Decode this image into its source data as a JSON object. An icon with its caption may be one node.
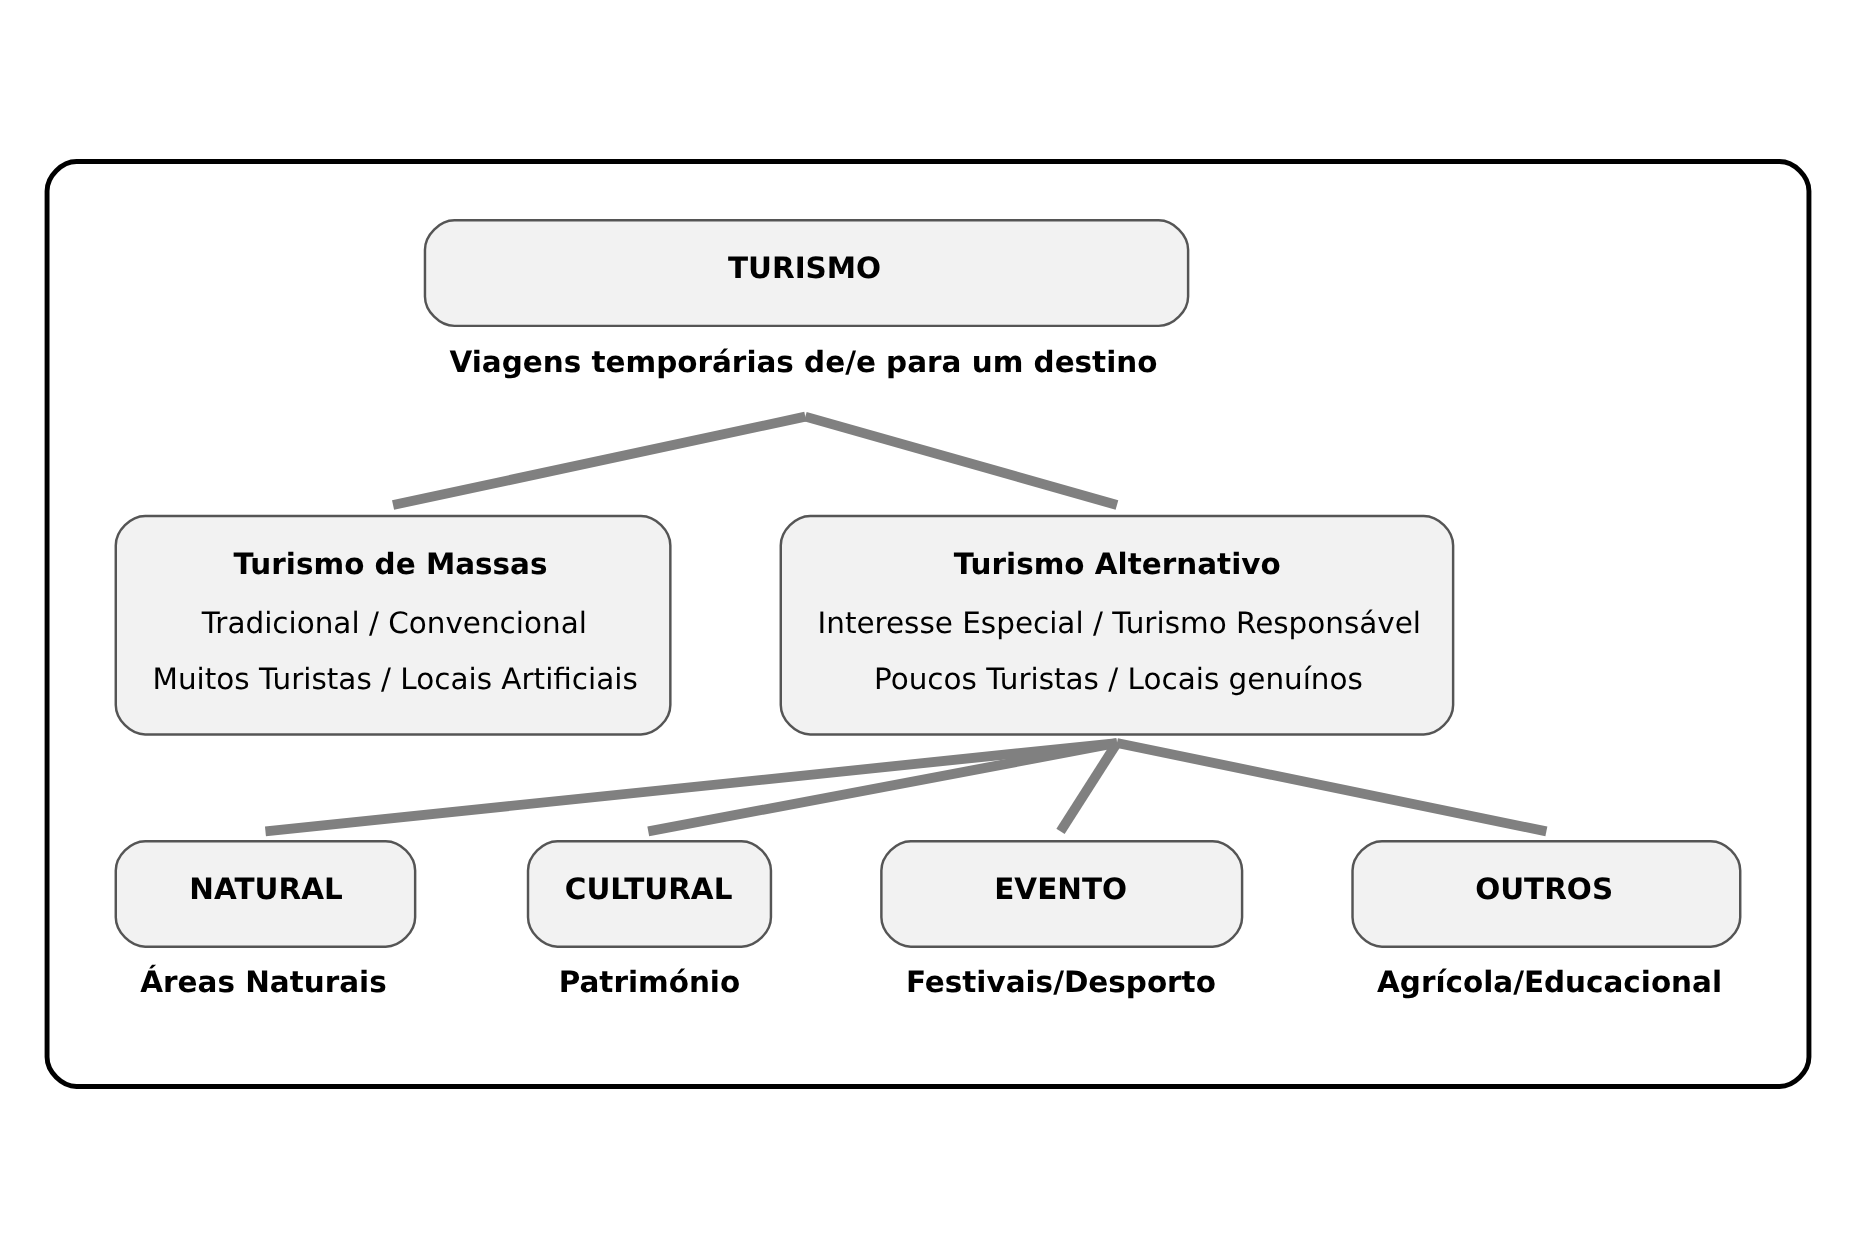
{
  "diagram": {
    "nodes": [
      {
        "text": [],
        "shape": "box"
      },
      {
        "text": [
          "TURISMO"
        ],
        "beside": [
          "Viagens temporárias de/e para um destino"
        ],
        "in": 0
      },
      {
        "text": [
          "Turismo de Massas",
          "Tradicional / Convencional",
          "Muitos Turistas / Locais Artificiais"
        ],
        "in": 0
      },
      {
        "text": [
          "Turismo Alternativo",
          "Interesse Especial / Turismo Responsável",
          "Poucos Turistas / Locais genuínos"
        ],
        "in": 0
      },
      {
        "text": [
          "NATURAL"
        ],
        "beside": [
          "Áreas Naturais"
        ],
        "in": 0
      },
      {
        "text": [
          "CULTURAL"
        ],
        "beside": [
          "Património"
        ],
        "in": 0
      },
      {
        "text": [
          "EVENTO"
        ],
        "beside": [
          "Festivais/Desporto"
        ],
        "in": 0
      },
      {
        "text": [
          "OUTROS"
        ],
        "beside": [
          "Agrícola/Educacional"
        ],
        "in": 0
      }
    ],
    "edges": [
      {
        "from": 1,
        "to": 2,
        "arrow": "none"
      },
      {
        "from": 1,
        "to": 3,
        "arrow": "none"
      },
      {
        "from": 3,
        "to": 4,
        "arrow": "none"
      },
      {
        "from": 3,
        "to": 5,
        "arrow": "none"
      },
      {
        "from": 3,
        "to": 6,
        "arrow": "none"
      },
      {
        "from": 3,
        "to": 7,
        "arrow": "none"
      }
    ]
  }
}
